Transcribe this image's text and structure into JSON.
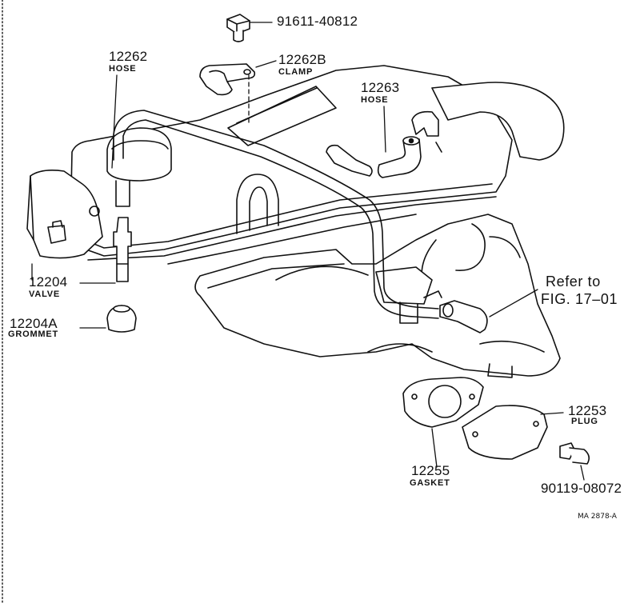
{
  "parts": {
    "bolt_91611": {
      "number": "91611-40812"
    },
    "hose_12262": {
      "number": "12262",
      "name": "HOSE"
    },
    "clamp_12262b": {
      "number": "12262B",
      "name": "CLAMP"
    },
    "hose_12263": {
      "number": "12263",
      "name": "HOSE"
    },
    "valve_12204": {
      "number": "12204",
      "name": "VALVE"
    },
    "grommet_12204a": {
      "number": "12204A",
      "name": "GROMMET"
    },
    "plug_12253": {
      "number": "12253",
      "name": "PLUG"
    },
    "gasket_12255": {
      "number": "12255",
      "name": "GASKET"
    },
    "bolt_90119": {
      "number": "90119-08072"
    }
  },
  "reference": {
    "line1": "Refer to",
    "line2": "FIG. 17–01"
  },
  "figure_code": "MA 2878-A",
  "colors": {
    "ink": "#111111",
    "paper": "#ffffff"
  }
}
